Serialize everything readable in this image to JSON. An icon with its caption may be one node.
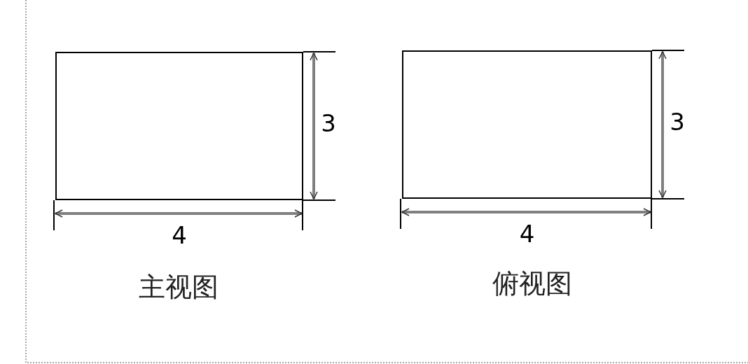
{
  "diagram": {
    "nodes": [
      {
        "text": [],
        "shape": "box",
        "beside": [
          "主视图"
        ]
      },
      {
        "text": [],
        "shape": "box",
        "beside": [
          "俯视图"
        ]
      }
    ],
    "labels": [
      "3",
      "3",
      "4",
      "4"
    ]
  }
}
